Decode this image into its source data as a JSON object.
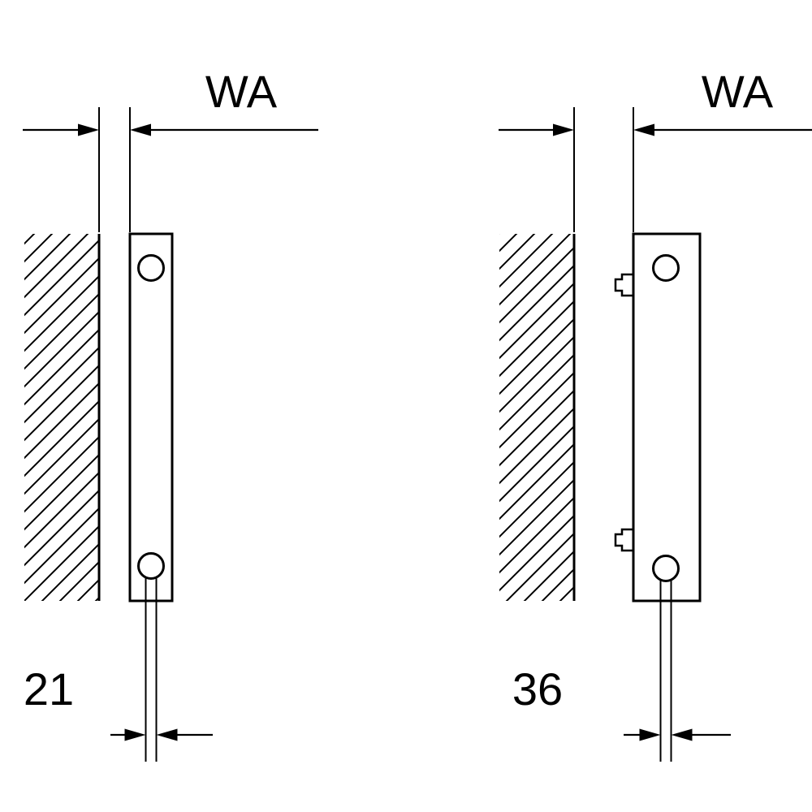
{
  "diagram": {
    "type": "technical-drawing",
    "colors": {
      "line": "#000000",
      "background": "#ffffff"
    },
    "figures": [
      {
        "position": "left",
        "wall_distance_label": "WA",
        "pipe_dimension_label": "21"
      },
      {
        "position": "right",
        "wall_distance_label": "WA",
        "pipe_dimension_label": "36"
      }
    ]
  }
}
